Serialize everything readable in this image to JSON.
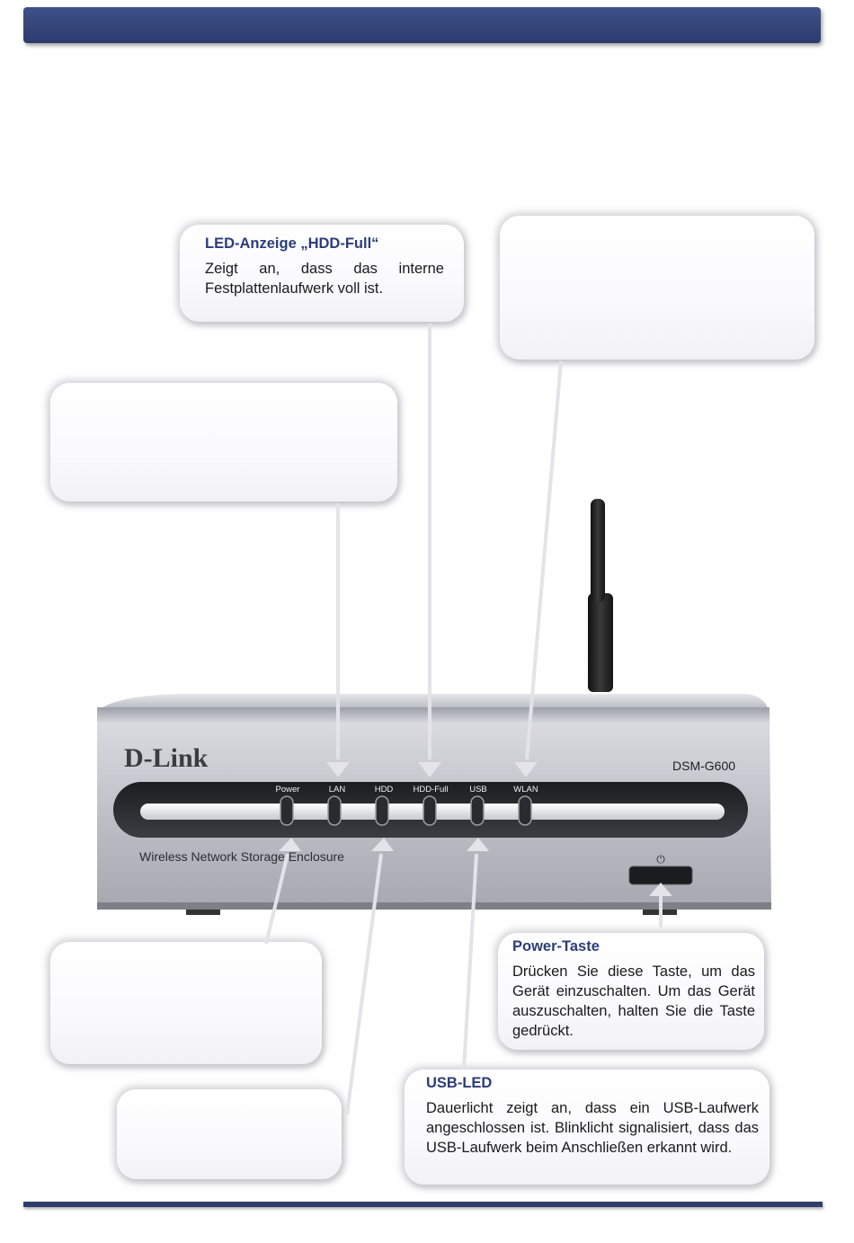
{
  "callouts": {
    "hdd_full": {
      "title": "LED-Anzeige „HDD-Full“",
      "text": "Zeigt an, dass das interne Festplattenlaufwerk voll ist."
    },
    "power_button": {
      "title": "Power-Taste",
      "text": "Drücken Sie diese Taste, um das Gerät einzuschalten. Um das Gerät auszuschalten, halten Sie die Taste gedrückt."
    },
    "usb_led": {
      "title": "USB-LED",
      "text": "Dauerlicht zeigt an, dass ein USB-Laufwerk angeschlossen ist. Blinklicht signalisiert, dass das USB-Laufwerk beim Anschließen erkannt wird."
    }
  },
  "device": {
    "brand": "D-Link",
    "model": "DSM-G600",
    "description": "Wireless Network Storage Enclosure",
    "led_labels": [
      "Power",
      "LAN",
      "HDD",
      "HDD-Full",
      "USB",
      "WLAN"
    ],
    "power_symbol": "⏻"
  },
  "colors": {
    "header_bar": "#34457a",
    "callout_title": "#2b3d7a",
    "arrow": "#e4e4e8",
    "device_silver": "#b9bcc3"
  }
}
